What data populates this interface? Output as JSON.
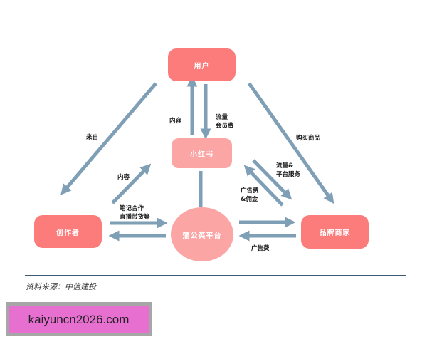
{
  "diagram": {
    "nodes": {
      "user": {
        "label": "用户",
        "color": "#fc7b7b"
      },
      "xiaohongshu": {
        "label": "小红书",
        "color": "#fba5a5"
      },
      "creator": {
        "label": "创作者",
        "color": "#fc7b7b"
      },
      "platform": {
        "label": "蒲公英平台",
        "color": "#fba5a5"
      },
      "brand": {
        "label": "品牌商家",
        "color": "#fc7b7b"
      }
    },
    "edges": [
      {
        "from": "xiaohongshu",
        "to": "user",
        "label": "内容"
      },
      {
        "from": "user",
        "to": "xiaohongshu",
        "label": "流量\n会员费"
      },
      {
        "from": "user",
        "to": "creator",
        "label": "来自"
      },
      {
        "from": "user",
        "to": "brand",
        "label": "购买商品"
      },
      {
        "from": "creator",
        "to": "xiaohongshu",
        "label": "内容"
      },
      {
        "from": "xiaohongshu",
        "to": "platform",
        "label": ""
      },
      {
        "from": "xiaohongshu",
        "to": "brand",
        "label": "流量&\n平台服务"
      },
      {
        "from": "brand",
        "to": "xiaohongshu",
        "label": "广告费\n&佣金"
      },
      {
        "from": "creator",
        "to": "platform",
        "label": "笔记合作\n直播带货等"
      },
      {
        "from": "platform",
        "to": "creator",
        "label": ""
      },
      {
        "from": "platform",
        "to": "brand",
        "label": ""
      },
      {
        "from": "brand",
        "to": "platform",
        "label": "广告费"
      }
    ],
    "arrow_color": "#7f9fb6"
  },
  "labels": {
    "content_up": "内容",
    "traffic_line1": "流量",
    "traffic_line2": "会员费",
    "from_user": "来自",
    "buy_goods": "购买商品",
    "creator_content": "内容",
    "traffic_service_line1": "流量&",
    "traffic_service_line2": "平台服务",
    "ad_commission_line1": "广告费",
    "ad_commission_line2": "&佣金",
    "note_coop_line1": "笔记合作",
    "note_coop_line2": "直播带货等",
    "ad_fee": "广告费"
  },
  "footer": {
    "source": "资料来源：中信建投"
  },
  "watermark": {
    "text": "kaiyuncn2026.com",
    "bg_color": "#e66fd0"
  }
}
